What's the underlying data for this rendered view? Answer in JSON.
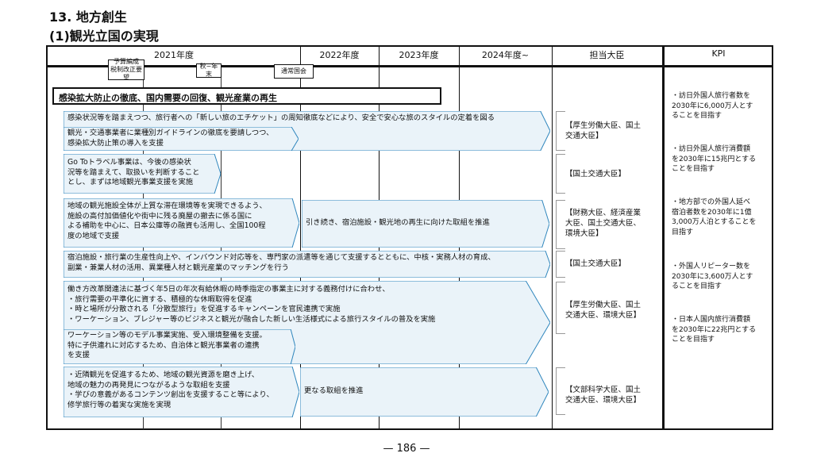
{
  "section_title": "13. 地方創生",
  "subsection_title": "(1)観光立国の実現",
  "columns": {
    "y2021": "2021年度",
    "y2022": "2022年度",
    "y2023": "2023年度",
    "y2024": "2024年度~",
    "minister": "担当大臣",
    "kpi": "KPI"
  },
  "milestones": {
    "budget": "予算編成\n税制改正要望",
    "autumn": "秋~年末",
    "diet": "通常国会"
  },
  "banner": "感染拡大防止の徹底、国内需要の回復、観光産業の再生",
  "measures": {
    "etiquette": "感染状況等を踏まえつつ、旅行者への「新しい旅のエチケット」の周知徹底などにより、安全で安心な旅のスタイルの定着を図る",
    "guideline": "観光・交通事業者に業種別ガイドラインの徹底を要請しつつ、\n感染拡大防止策の導入を支援",
    "goto": "Go Toトラベル事業は、今後の感染状\n況等を踏まえて、取扱いを判断すること\nとし、まずは地域観光事業支援を実施",
    "facilities": "地域の観光施設全体が上質な滞在環境等を実現できるよう、\n施設の高付加価値化や街中に残る廃屋の撤去に係る国に\nよる補助を中心に、日本公庫等の融資も活用し、全国100程\n度の地域で支援",
    "facilities_next": "引き続き、宿泊施設・観光地の再生に向けた取組を推進",
    "productivity": "宿泊施設・旅行業の生産性向上や、インバウンド対応等を、専門家の派遣等を通じて支援するとともに、中核・実務人材の育成、\n副業・兼業人材の活用、異業種人材と観光産業のマッチングを行う",
    "workstyle": "働き方改革関連法に基づく年5日の年次有給休暇の時季指定の事業主に対する義務付けに合わせ、\n・旅行需要の平準化に資する、積極的な休暇取得を促進\n・時と場所が分散される「分散型旅行」を促進するキャンペーンを官民連携で実施\n・ワーケーション、ブレジャー等のビジネスと観光が融合した新しい生活様式による旅行スタイルの普及を実施",
    "workation": "ワーケーション等のモデル事業実施、受入環境整備を支援。\n特に子供連れに対応するため、自治体と観光事業者の連携\nを支援",
    "local": "・近隣観光を促進するため、地域の観光資源を磨き上げ、\n地域の魅力の再発見につながるような取組を支援\n・学びの意義があるコンテンツ創出を支援すること等により、\n修学旅行等の着実な実施を実現",
    "local_next": "更なる取組を推進"
  },
  "ministers": [
    "【厚生労働大臣、国土\n交通大臣】",
    "【国土交通大臣】",
    "【財務大臣、経済産業\n大臣、国土交通大臣、\n環境大臣】",
    "【国土交通大臣】",
    "【厚生労働大臣、国土\n交通大臣、環境大臣】",
    "【文部科学大臣、国土\n交通大臣、環境大臣】"
  ],
  "kpis": [
    "・訪日外国人旅行者数を\n 2030年に6,000万人とす\n ることを目指す",
    "・訪日外国人旅行消費額\n を2030年に15兆円とする\n ことを目指す",
    "・地方部での外国人延べ\n 宿泊者数を2030年に1億\n 3,000万人泊とすることを\n 目指す",
    "・外国人リピーター数を\n 2030年に3,600万人とす\n ることを目指す",
    "・日本人国内旅行消費額\n を2030年に22兆円とする\n ことを目指す"
  ],
  "page_number": "— 186 —",
  "colors": {
    "arrow_fill": "#eaf3f9",
    "arrow_stroke": "#2f86bd"
  }
}
